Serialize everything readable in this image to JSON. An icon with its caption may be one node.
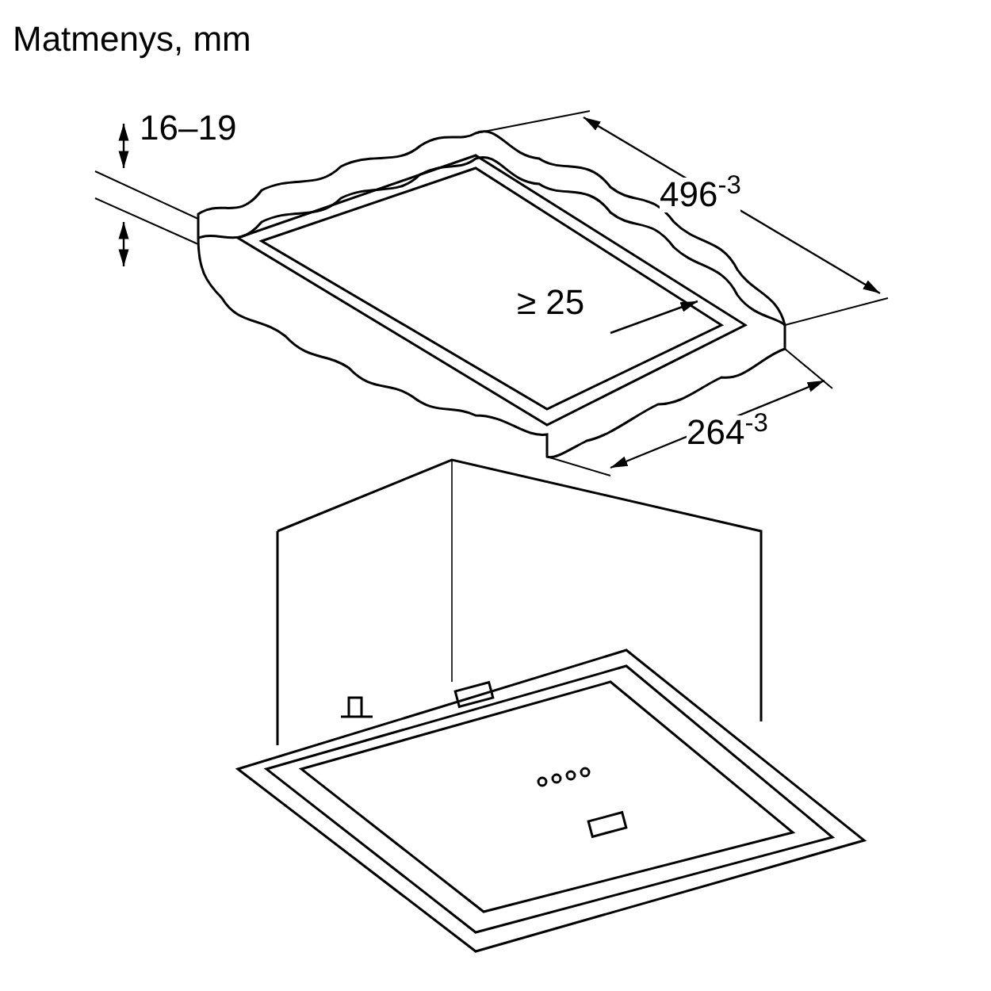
{
  "diagram": {
    "title": "Matmenys, mm",
    "labels": [
      "16–19",
      "496$^{-3}$",
      "≥ 25",
      "264$^{-3}$"
    ]
  }
}
